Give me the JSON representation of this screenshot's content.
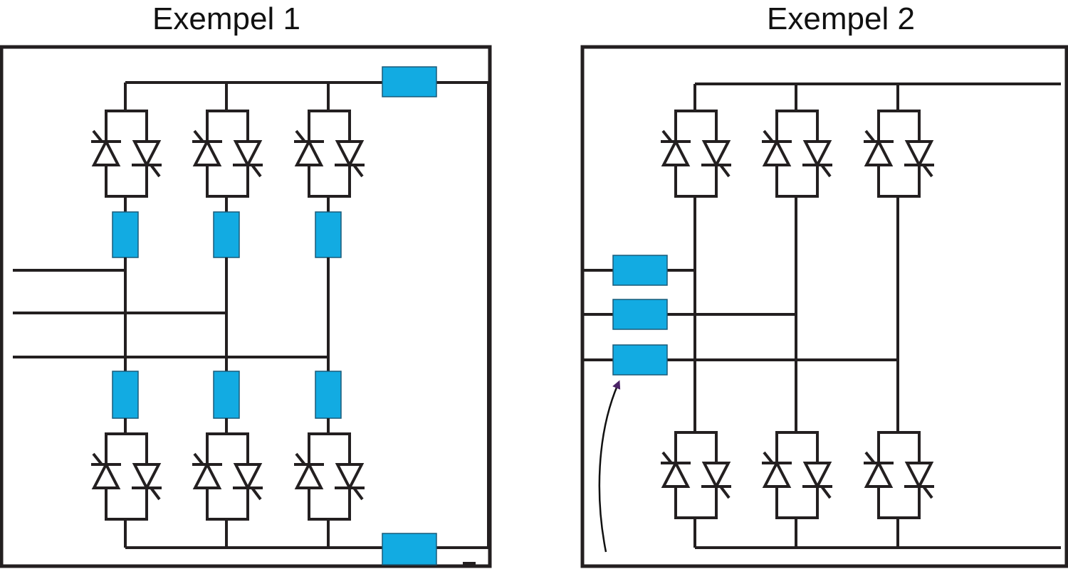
{
  "examples": [
    {
      "title": "Exempel 1"
    },
    {
      "title": "Exempel 2"
    }
  ],
  "colors": {
    "line": "#231f20",
    "component_fill": "#12abe2",
    "component_stroke": "#1a5a78",
    "arrow": "#4a2266"
  },
  "components": {
    "thyristor_pair": "antiparallel-thyristor-icon",
    "element": "blue-rectangular-component",
    "arrow": "curved-arrow-icon"
  }
}
